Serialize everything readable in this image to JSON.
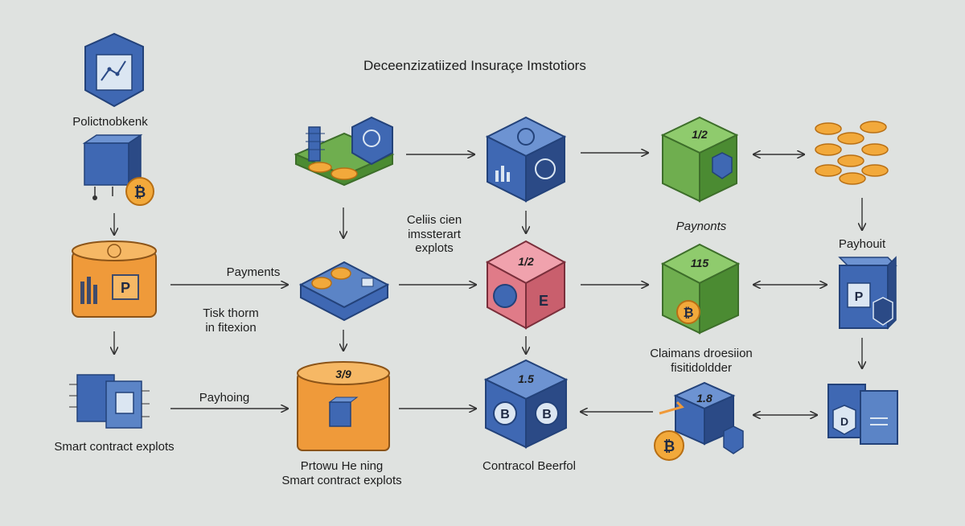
{
  "title": "Deceenzizatiized Insuraçe Imstotiors",
  "labels": {
    "policy_token": "Polictnobkenk",
    "celis_line1": "Celiis cien",
    "celis_line2": "imssterart",
    "celis_line3": "explots",
    "paynonts": "Paynonts",
    "payouit": "Payhouit",
    "payments": "Payments",
    "risk_line1": "Tisk thorm",
    "risk_line2": "in fitexion",
    "claims_line1": "Claimans droesiion",
    "claims_line2": "fisitidoldder",
    "payhoing": "Payhoing",
    "smart_left": "Smart contract explots",
    "prtow_line1": "Prtowu He ning",
    "prtow_line2": "Smart contract explots",
    "contracol": "Contracol Beerfol"
  },
  "box_numbers": {
    "green_top": "1/2",
    "pink_mid": "1/2",
    "green_mid": "115",
    "orange_bottom": "3/9",
    "blue_bottom": "1.5",
    "blue_small": "1.8"
  },
  "glyphs": {
    "coin": "₿",
    "p_letter": "P",
    "b_letter": "B",
    "e_letter": "E",
    "d_letter": "D"
  },
  "colors": {
    "background": "#dfe2e0",
    "blue": "#3f68b3",
    "blue_dark": "#2b4a86",
    "orange": "#ef9a3a",
    "green": "#6fae4f",
    "pink": "#e07b88",
    "gold": "#f2a93b"
  }
}
